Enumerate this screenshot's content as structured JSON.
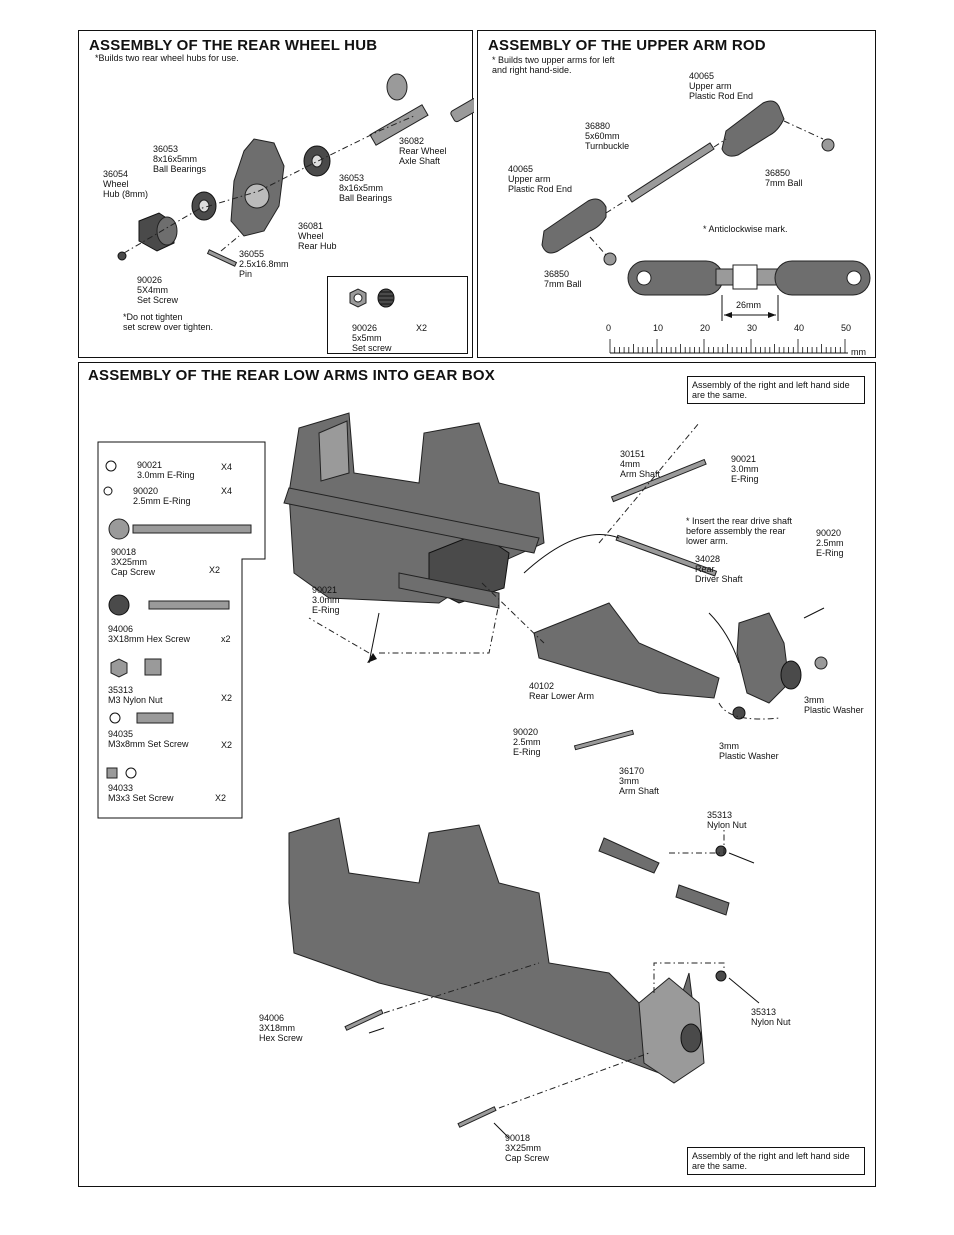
{
  "panel1": {
    "title": "ASSEMBLY OF THE REAR WHEEL HUB",
    "subtitle": "*Builds two rear wheel hubs for use.",
    "parts": {
      "p36053a": "36053\n8x16x5mm\nBall Bearings",
      "p36054": "36054\nWheel\nHub (8mm)",
      "p36082": "36082\nRear Wheel\nAxle Shaft",
      "p36053b": "36053\n8x16x5mm\nBall Bearings",
      "p36081": "36081\nWheel\nRear Hub",
      "p36055": "36055\n2.5x16.8mm\nPin",
      "p90026": "90026\n5X4mm\nSet Screw"
    },
    "warning": "*Do not  tighten\n set screw over tighten.",
    "inset_label": "90026\n5x5mm\nSet screw",
    "inset_qty": "X2"
  },
  "panel2": {
    "title": "ASSEMBLY OF THE UPPER ARM ROD",
    "subtitle": "* Builds two upper arms for left\n  and right hand-side.",
    "parts": {
      "p40065a": "40065\nUpper arm\nPlastic Rod End",
      "p36880": "36880\n5x60mm\nTurnbuckle",
      "p40065b": "40065\nUpper arm\nPlastic Rod End",
      "p36850a": "36850\n7mm Ball",
      "p36850b": "36850\n7mm Ball"
    },
    "anticlockwise": "* Anticlockwise mark.",
    "dimension": "26mm",
    "ruler": {
      "ticks": [
        "0",
        "10",
        "20",
        "30",
        "40",
        "50"
      ],
      "unit": "mm"
    }
  },
  "panel3": {
    "title": "ASSEMBLY OF THE REAR LOW ARMS INTO GEAR BOX",
    "note_top": "Assembly of the right and left hand side\nare the same.",
    "note_bottom": "Assembly of the right and left hand side\nare the same.",
    "parts_list": [
      {
        "label": "90021\n3.0mm E-Ring",
        "qty": "X4"
      },
      {
        "label": "90020\n2.5mm E-Ring",
        "qty": "X4"
      },
      {
        "label": "90018\n3X25mm\nCap Screw",
        "qty": "X2"
      },
      {
        "label": "94006\n3X18mm  Hex Screw",
        "qty": "x2"
      },
      {
        "label": "35313\nM3 Nylon Nut",
        "qty": "X2"
      },
      {
        "label": "94035\nM3x8mm Set  Screw",
        "qty": "X2"
      },
      {
        "label": "94033\nM3x3  Set Screw",
        "qty": "X2"
      }
    ],
    "callouts": {
      "c30151": "30151\n4mm\nArm Shaft",
      "c90021r": "90021\n3.0mm\nE-Ring",
      "insert_note": "* Insert the rear drive shaft\n  before assembly the rear\n  lower arm.",
      "c90020r": "90020\n2.5mm\nE-Ring",
      "c34028": "34028\nRear\nDriver Shaft",
      "c90021l": "90021\n3.0mm\nE-Ring",
      "c40102": "40102\nRear Lower Arm",
      "c3mmA": "3mm\nPlastic Washer",
      "c90020l": "90020\n2.5mm\nE-Ring",
      "c3mmB": "3mm\nPlastic Washer",
      "c36170": "36170\n3mm\nArm Shaft",
      "c35313a": "35313\nNylon Nut",
      "c35313b": "35313\nNylon Nut",
      "c94006": "94006\n3X18mm\nHex  Screw",
      "c90018": "90018\n3X25mm\nCap Screw"
    }
  }
}
